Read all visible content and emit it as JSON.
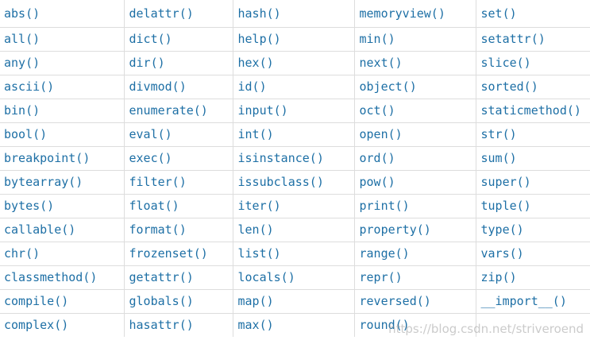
{
  "columns": [
    [
      "abs()",
      "all()",
      "any()",
      "ascii()",
      "bin()",
      "bool()",
      "breakpoint()",
      "bytearray()",
      "bytes()",
      "callable()",
      "chr()",
      "classmethod()",
      "compile()",
      "complex()"
    ],
    [
      "delattr()",
      "dict()",
      "dir()",
      "divmod()",
      "enumerate()",
      "eval()",
      "exec()",
      "filter()",
      "float()",
      "format()",
      "frozenset()",
      "getattr()",
      "globals()",
      "hasattr()"
    ],
    [
      "hash()",
      "help()",
      "hex()",
      "id()",
      "input()",
      "int()",
      "isinstance()",
      "issubclass()",
      "iter()",
      "len()",
      "list()",
      "locals()",
      "map()",
      "max()"
    ],
    [
      "memoryview()",
      "min()",
      "next()",
      "object()",
      "oct()",
      "open()",
      "ord()",
      "pow()",
      "print()",
      "property()",
      "range()",
      "repr()",
      "reversed()",
      "round()"
    ],
    [
      "set()",
      "setattr()",
      "slice()",
      "sorted()",
      "staticmethod()",
      "str()",
      "sum()",
      "super()",
      "tuple()",
      "type()",
      "vars()",
      "zip()",
      "__import__()",
      ""
    ]
  ],
  "watermark": "https://blog.csdn.net/striveroend",
  "colors": {
    "text": "#1d6fa5",
    "border": "#dddddd",
    "background": "#ffffff"
  }
}
